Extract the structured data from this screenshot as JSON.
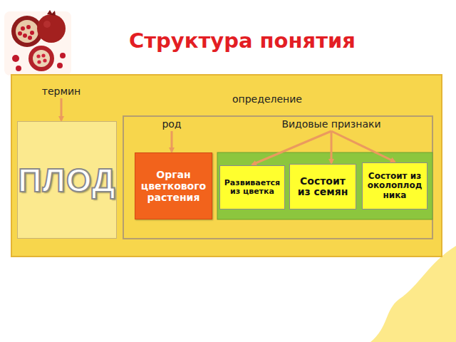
{
  "diagram": {
    "title": "Структура понятия",
    "nodes": [
      {
        "text": [
          "термин"
        ]
      },
      {
        "text": [
          "ПЛОД"
        ]
      },
      {
        "text": [
          "определение"
        ]
      },
      {
        "text": [
          "род"
        ],
        "in": 2
      },
      {
        "text": [
          "Видовые признаки"
        ],
        "in": 2
      },
      {
        "text": [
          "Орган цветкового растения"
        ],
        "in": 2
      },
      {
        "text": [
          "Развивается из цветка"
        ],
        "in": 2
      },
      {
        "text": [
          "Состоит из семян"
        ],
        "in": 2
      },
      {
        "text": [
          "Состоит из околоплодника"
        ],
        "in": 2
      }
    ],
    "edges": [
      {
        "from": 0,
        "to": 1,
        "arrow": "to"
      },
      {
        "from": 3,
        "to": 5,
        "arrow": "to"
      },
      {
        "from": 4,
        "to": 6,
        "arrow": "to"
      },
      {
        "from": 4,
        "to": 7,
        "arrow": "to"
      },
      {
        "from": 4,
        "to": 8,
        "arrow": "to"
      }
    ]
  }
}
